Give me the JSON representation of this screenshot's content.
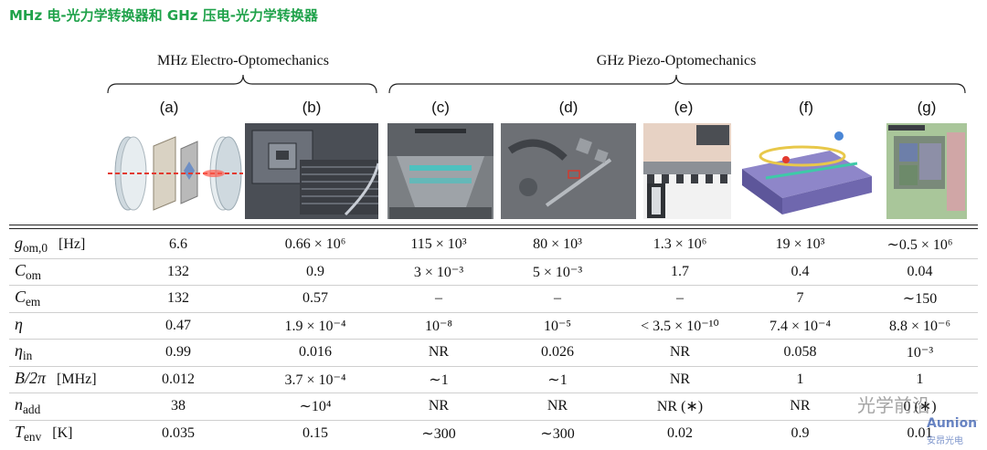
{
  "page_title": "MHz 电-光力学转换器和 GHz 压电-光力学转换器",
  "groups": [
    {
      "label": "MHz Electro-Optomechanics"
    },
    {
      "label": "GHz Piezo-Optomechanics"
    }
  ],
  "panels": [
    "(a)",
    "(b)",
    "(c)",
    "(d)",
    "(e)",
    "(f)",
    "(g)"
  ],
  "rows": [
    {
      "symbol": "g",
      "sub": "om,0",
      "unit": "[Hz]",
      "values": [
        "6.6",
        "0.66 × 10⁶",
        "115 × 10³",
        "80 × 10³",
        "1.3 × 10⁶",
        "19 × 10³",
        "∼0.5 × 10⁶"
      ]
    },
    {
      "symbol": "C",
      "sub": "om",
      "unit": "",
      "values": [
        "132",
        "0.9",
        "3 × 10⁻³",
        "5 × 10⁻³",
        "1.7",
        "0.4",
        "0.04"
      ]
    },
    {
      "symbol": "C",
      "sub": "em",
      "unit": "",
      "values": [
        "132",
        "0.57",
        "–",
        "–",
        "–",
        "7",
        "∼150"
      ]
    },
    {
      "symbol": "η",
      "sub": "",
      "unit": "",
      "values": [
        "0.47",
        "1.9 × 10⁻⁴",
        "10⁻⁸",
        "10⁻⁵",
        "< 3.5 × 10⁻¹⁰",
        "7.4 × 10⁻⁴",
        "8.8 × 10⁻⁶"
      ]
    },
    {
      "symbol": "η",
      "sub": "in",
      "unit": "",
      "values": [
        "0.99",
        "0.016",
        "NR",
        "0.026",
        "NR",
        "0.058",
        "10⁻³"
      ]
    },
    {
      "symbol": "B/2π",
      "sub": "",
      "unit": "[MHz]",
      "values": [
        "0.012",
        "3.7 × 10⁻⁴",
        "∼1",
        "∼1",
        "NR",
        "1",
        "1"
      ]
    },
    {
      "symbol": "n",
      "sub": "add",
      "unit": "",
      "values": [
        "38",
        "∼10⁴",
        "NR",
        "NR",
        "NR (∗)",
        "NR",
        "0 (∗)"
      ]
    },
    {
      "symbol": "T",
      "sub": "env",
      "unit": "[K]",
      "values": [
        "0.035",
        "0.15",
        "∼300",
        "∼300",
        "0.02",
        "0.9",
        "0.01"
      ]
    }
  ],
  "watermark": {
    "text": "光学前沿",
    "brand": "Aunion",
    "brand_sub": "安昂光电"
  }
}
